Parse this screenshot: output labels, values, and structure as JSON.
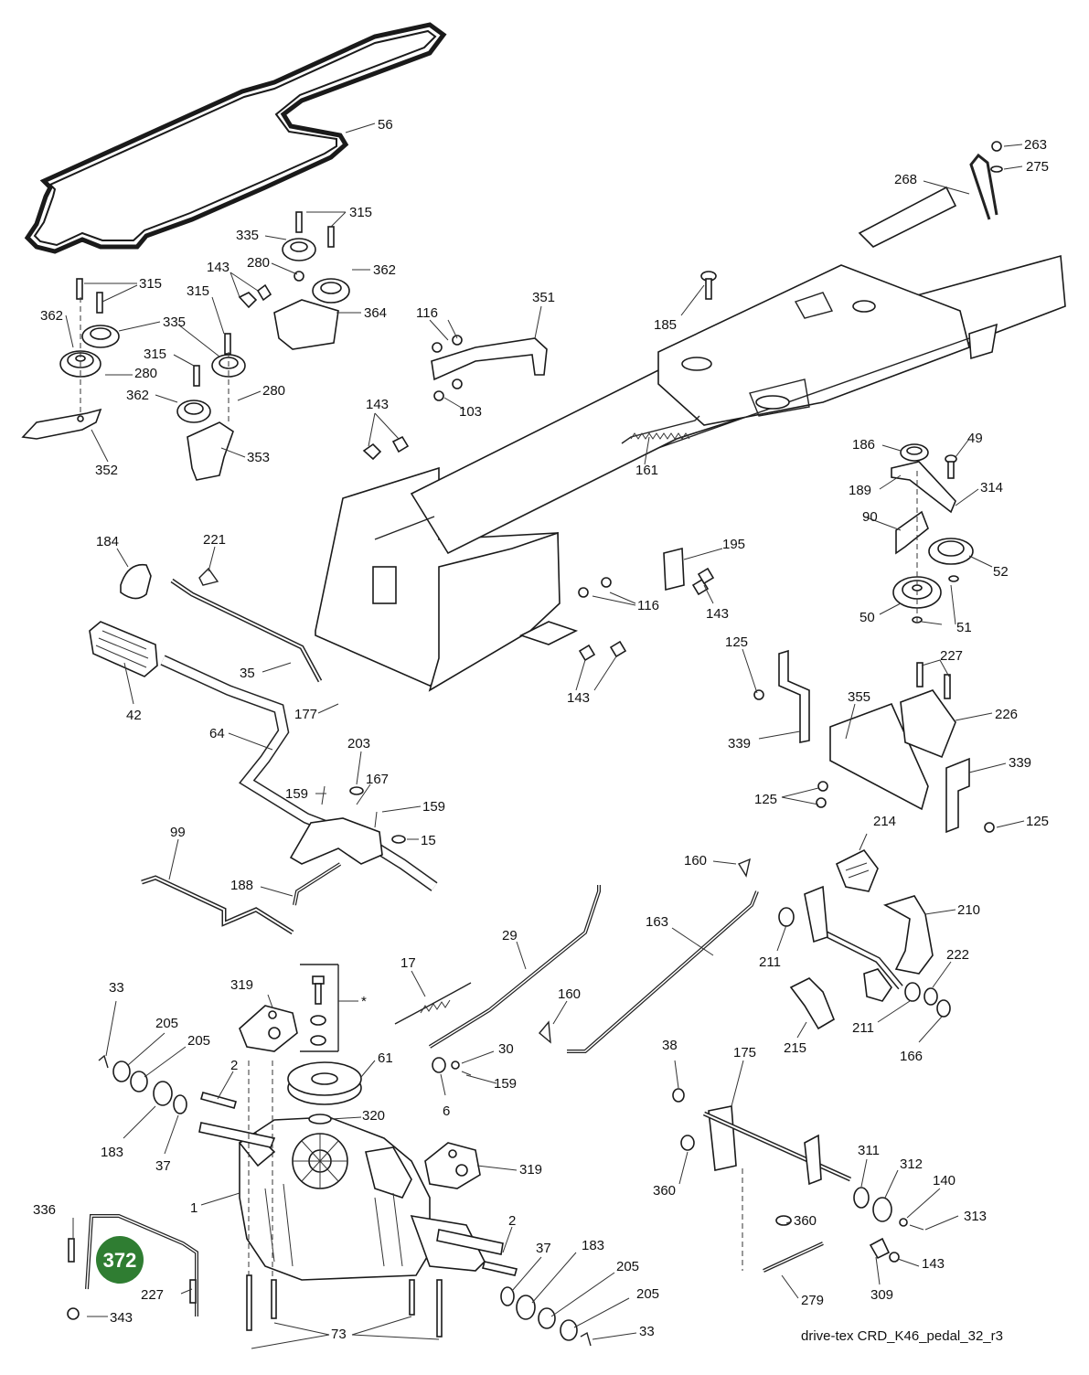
{
  "diagram": {
    "caption": "drive-tex CRD_K46_pedal_32_r3",
    "badge": {
      "text": "372",
      "color": "#2f7d32"
    },
    "callouts": [
      "56",
      "263",
      "275",
      "268",
      "315",
      "335",
      "280",
      "362",
      "143",
      "364",
      "315",
      "362",
      "335",
      "280",
      "315",
      "315",
      "362",
      "280",
      "352",
      "353",
      "116",
      "351",
      "103",
      "185",
      "143",
      "161",
      "186",
      "49",
      "189",
      "314",
      "90",
      "52",
      "50",
      "51",
      "184",
      "221",
      "35",
      "177",
      "42",
      "64",
      "116",
      "195",
      "143",
      "143",
      "125",
      "227",
      "355",
      "226",
      "339",
      "339",
      "125",
      "125",
      "203",
      "167",
      "159",
      "159",
      "15",
      "99",
      "188",
      "214",
      "160",
      "210",
      "163",
      "211",
      "29",
      "222",
      "17",
      "160",
      "211",
      "166",
      "215",
      "33",
      "205",
      "205",
      "319",
      "61",
      "30",
      "6",
      "159",
      "183",
      "2",
      "37",
      "320",
      "38",
      "175",
      "360",
      "311",
      "312",
      "140",
      "313",
      "319",
      "1",
      "336",
      "2",
      "37",
      "183",
      "205",
      "205",
      "360",
      "143",
      "227",
      "343",
      "309",
      "279",
      "73",
      "33"
    ]
  }
}
